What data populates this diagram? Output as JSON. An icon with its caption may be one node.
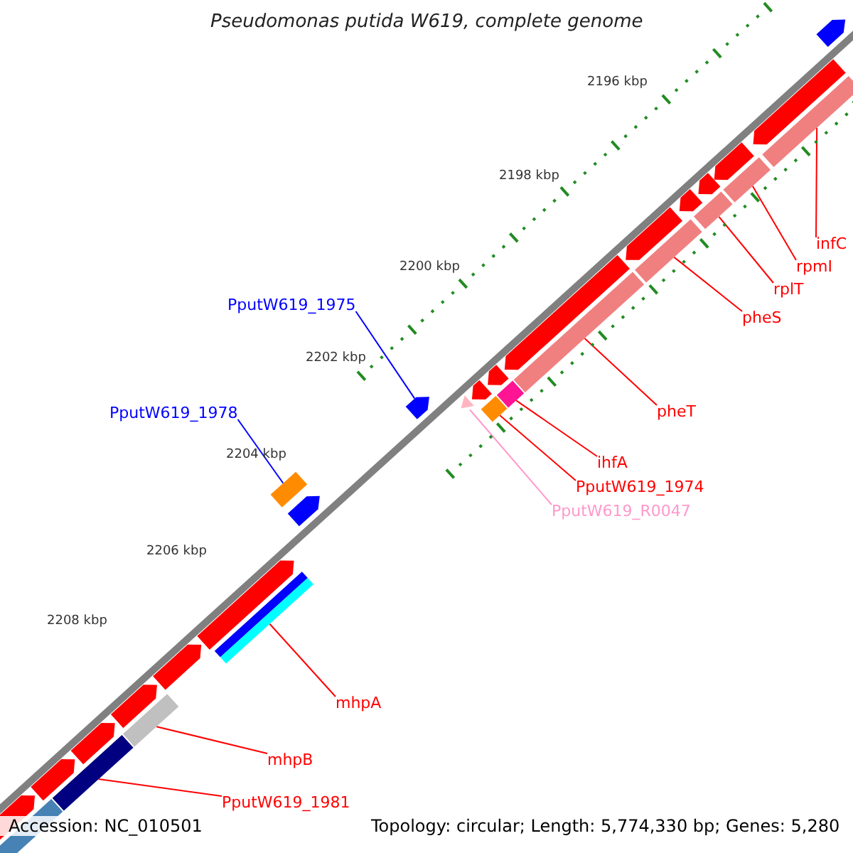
{
  "diagram": {
    "title": "Pseudomonas putida W619, complete genome",
    "nodes": [
      {
        "text": [
          "infC"
        ]
      },
      {
        "text": [
          "rpmI"
        ]
      },
      {
        "text": [
          "rplT"
        ]
      },
      {
        "text": [
          "pheS"
        ]
      },
      {
        "text": [
          "PputW619_1975"
        ]
      },
      {
        "text": [
          "pheT"
        ]
      },
      {
        "text": [
          "PputW619_1978"
        ]
      },
      {
        "text": [
          "ihfA"
        ]
      },
      {
        "text": [
          "PputW619_1974"
        ]
      },
      {
        "text": [
          "PputW619_R0047"
        ]
      },
      {
        "text": [
          "mhpA"
        ]
      },
      {
        "text": [
          "mhpB"
        ]
      },
      {
        "text": [
          "PputW619_1981"
        ]
      },
      {
        "text": [],
        "shape": "bar"
      },
      {
        "text": [],
        "shape": "bar"
      },
      {
        "text": [],
        "shape": "bar"
      },
      {
        "text": [],
        "shape": "bar"
      },
      {
        "text": [],
        "shape": "bar"
      },
      {
        "text": [],
        "shape": "bar"
      },
      {
        "text": [],
        "shape": "bar"
      },
      {
        "text": [],
        "shape": "bar"
      },
      {
        "text": [],
        "shape": "bar"
      },
      {
        "text": [],
        "shape": "bar"
      },
      {
        "text": [],
        "shape": "bar"
      },
      {
        "text": [],
        "shape": "bar"
      },
      {
        "text": [],
        "shape": "bar"
      },
      {
        "text": [],
        "shape": "bar"
      },
      {
        "text": [],
        "shape": "bar"
      },
      {
        "text": [],
        "shape": "bar"
      },
      {
        "text": [],
        "shape": "bar"
      },
      {
        "text": [],
        "shape": "bar"
      },
      {
        "text": [],
        "shape": "bar"
      },
      {
        "text": [],
        "shape": "bar"
      },
      {
        "text": [],
        "shape": "bar"
      },
      {
        "text": [],
        "shape": "bar"
      },
      {
        "text": [],
        "shape": "bar"
      },
      {
        "text": [],
        "shape": "bar"
      },
      {
        "text": [],
        "shape": "bar"
      },
      {
        "text": [],
        "shape": "bar"
      },
      {
        "text": [],
        "shape": "bar"
      },
      {
        "text": [],
        "shape": "bar"
      },
      {
        "text": [],
        "shape": "bar"
      },
      {
        "text": [],
        "shape": "bar"
      }
    ],
    "edges": [
      {
        "from": 0,
        "to": 13,
        "arrow": "none"
      },
      {
        "from": 1,
        "to": 14,
        "arrow": "none"
      },
      {
        "from": 2,
        "to": 15,
        "arrow": "none"
      },
      {
        "from": 3,
        "to": 16,
        "arrow": "none"
      },
      {
        "from": 4,
        "to": 17,
        "arrow": "none",
        "color": "#0000ff"
      },
      {
        "from": 5,
        "to": 18,
        "arrow": "none"
      },
      {
        "from": 6,
        "to": 19,
        "arrow": "none",
        "color": "#0000ff"
      },
      {
        "from": 7,
        "to": 20,
        "arrow": "none"
      },
      {
        "from": 8,
        "to": 21,
        "arrow": "none"
      },
      {
        "from": 9,
        "to": 22,
        "arrow": "none",
        "color": "#ff99cc"
      },
      {
        "from": 10,
        "to": 23,
        "arrow": "none"
      },
      {
        "from": 11,
        "to": 24,
        "arrow": "none"
      },
      {
        "from": 12,
        "to": 25,
        "arrow": "none"
      }
    ],
    "labels": [
      "2196 kbp",
      "2198 kbp",
      "2200 kbp",
      "2202 kbp",
      "2204 kbp",
      "2206 kbp",
      "2208 kbp",
      "Accession: NC_010501",
      "Topology: circular; Length: 5,774,330 bp; Genes: 5,280"
    ]
  }
}
